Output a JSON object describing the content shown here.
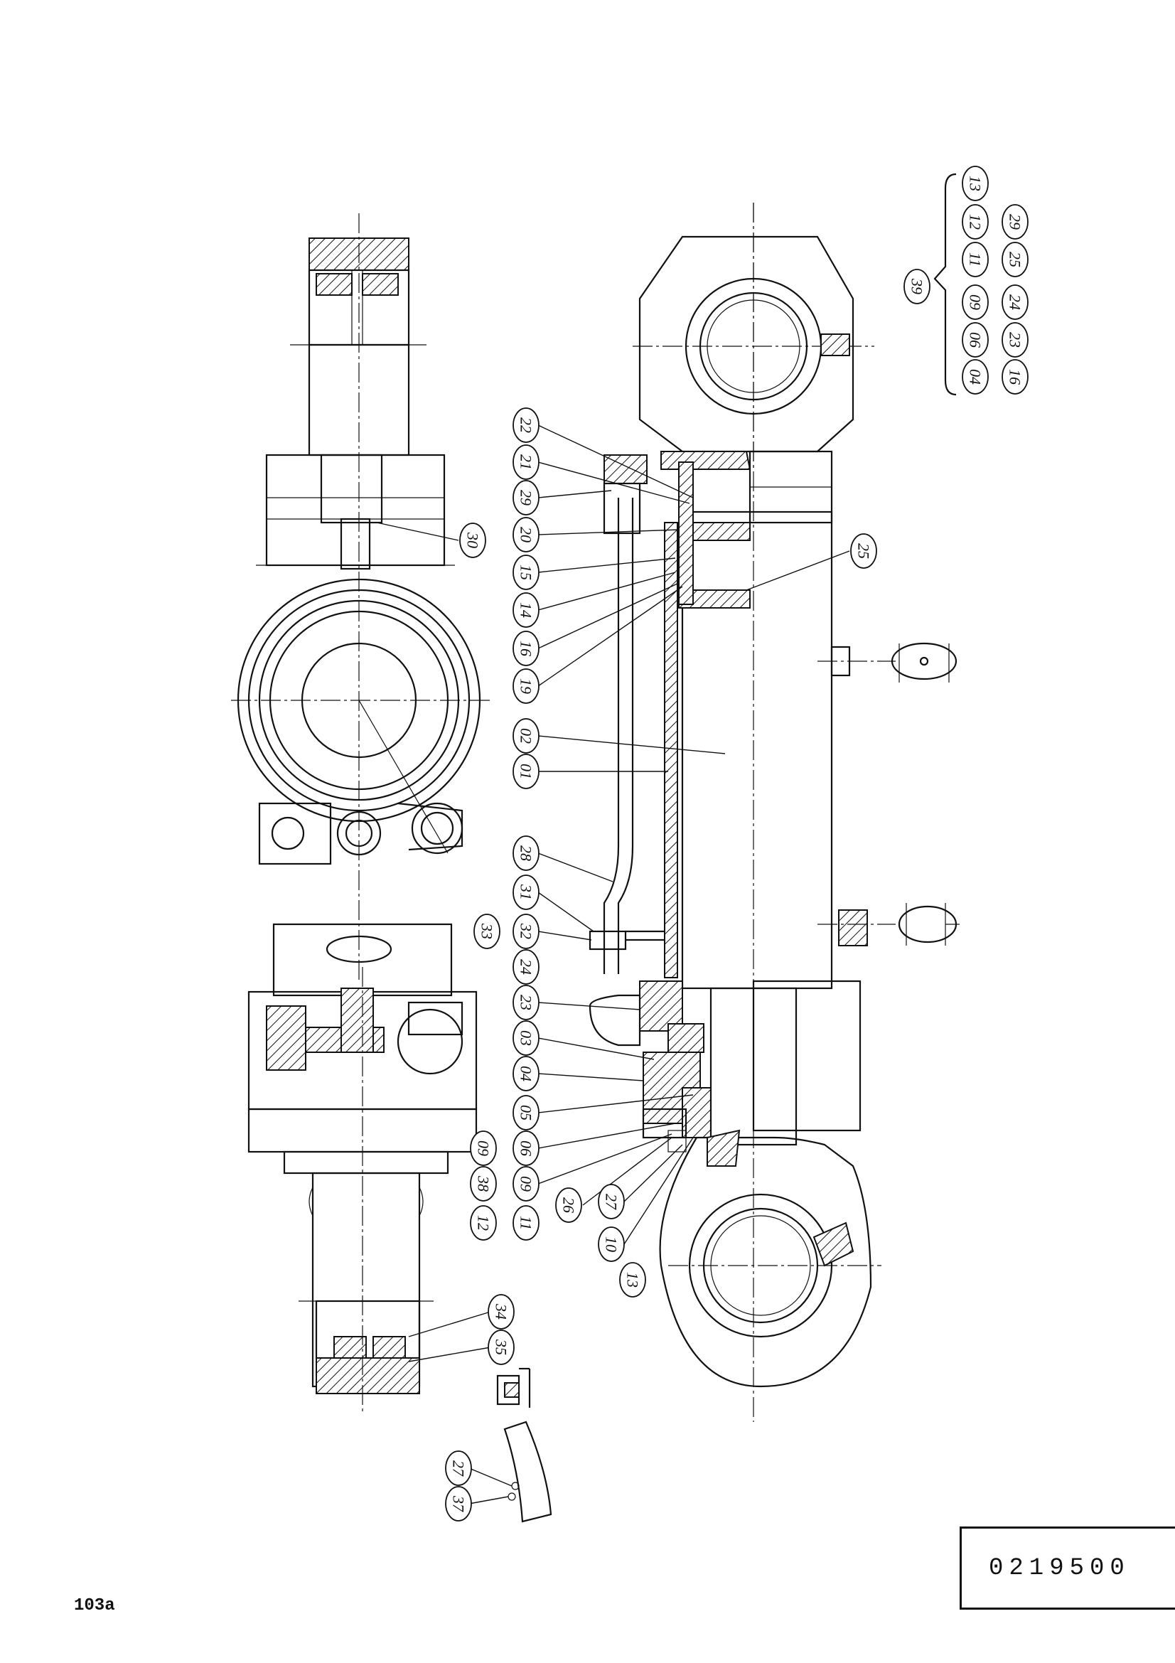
{
  "page_number": "103a",
  "drawing_number": "0219500",
  "kit": {
    "label": "39",
    "items": [
      "04",
      "06",
      "09",
      "11",
      "12",
      "13",
      "16",
      "23",
      "24",
      "25",
      "29"
    ]
  },
  "callouts": [
    "22",
    "21",
    "29",
    "20",
    "15",
    "14",
    "16",
    "19",
    "02",
    "01",
    "28",
    "31",
    "32",
    "33",
    "24",
    "23",
    "03",
    "04",
    "05",
    "06",
    "09",
    "09",
    "38",
    "12",
    "11",
    "26",
    "27",
    "10",
    "13",
    "25",
    "30",
    "34",
    "35",
    "27",
    "37"
  ]
}
